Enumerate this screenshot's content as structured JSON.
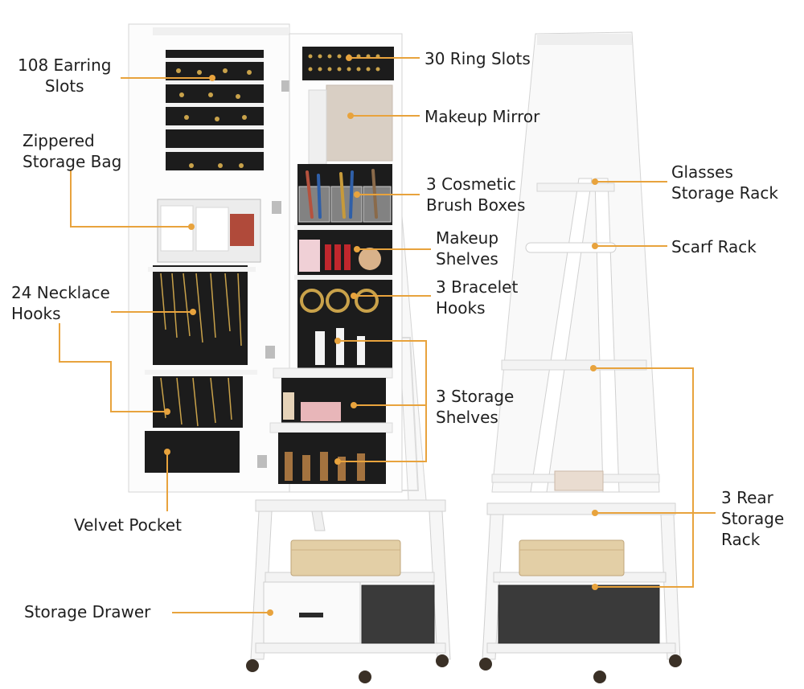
{
  "accent_color": "#E8A33D",
  "labels": {
    "earring_slots": [
      "108 Earring",
      "Slots"
    ],
    "zippered_bag": [
      "Zippered",
      "Storage Bag"
    ],
    "necklace_hooks": [
      "24 Necklace",
      "Hooks"
    ],
    "velvet_pocket": [
      "Velvet Pocket"
    ],
    "storage_drawer": [
      "Storage Drawer"
    ],
    "ring_slots": [
      "30 Ring Slots"
    ],
    "makeup_mirror": [
      "Makeup Mirror"
    ],
    "brush_boxes": [
      "3 Cosmetic",
      "Brush Boxes"
    ],
    "makeup_shelves": [
      "Makeup",
      "Shelves"
    ],
    "bracelet_hooks": [
      "3 Bracelet",
      "Hooks"
    ],
    "storage_shelves": [
      "3 Storage",
      "Shelves"
    ],
    "glasses_rack": [
      "Glasses",
      "Storage Rack"
    ],
    "scarf_rack": [
      "Scarf Rack"
    ],
    "rear_storage": [
      "3 Rear",
      "Storage",
      "Rack"
    ]
  }
}
